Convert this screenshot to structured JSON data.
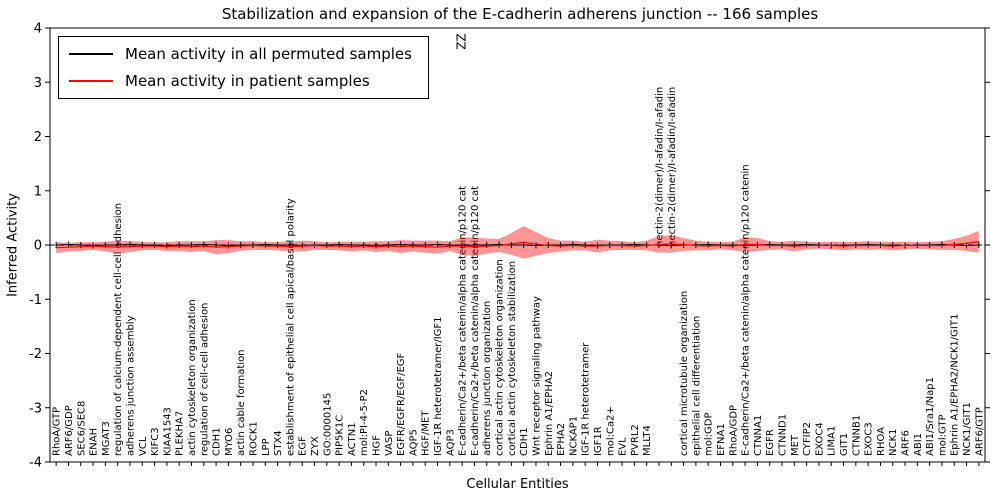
{
  "chart_data": {
    "type": "line",
    "title": "Stabilization and expansion of the E-cadherin adherens junction -- 166 samples",
    "xlabel": "Cellular Entities",
    "ylabel": "Inferred Activity",
    "ylim": [
      -4,
      4
    ],
    "yticks": [
      -4,
      -3,
      -2,
      -1,
      0,
      1,
      2,
      3,
      4
    ],
    "grid": false,
    "legend_position": "upper left",
    "legend": [
      "Mean activity in all permuted samples",
      "Mean activity in patient samples"
    ],
    "zero_line": {
      "style": "dashed",
      "color": "#000000",
      "y": 0
    },
    "categories": [
      "RhoA/GTP",
      "ARF6/GDP",
      "SEC6/SEC8",
      "ENAH",
      "MGAT3",
      "regulation of calcium-dependent cell-cell adhesion",
      "adherens junction assembly",
      "VCL",
      "KIFC3",
      "KIAA1543",
      "PLEKHA7",
      "actin cytoskeleton organization",
      "regulation of cell-cell adhesion",
      "CDH1",
      "MYO6",
      "actin cable formation",
      "ROCK1",
      "LPP",
      "STX4",
      "establishment of epithelial cell apical/basal polarity",
      "EGF",
      "ZYX",
      "GO:0000145",
      "PIP5K1C",
      "ACTN1",
      "mol:PI-4-5-P2",
      "HGF",
      "VASP",
      "EGFR/EGFR/EGF/EGF",
      "AQP5",
      "HGF/MET",
      "IGF-1R heterotetramer/IGF1",
      "AQP3",
      "E-cadherin/Ca2+/beta catenin/alpha catenin/p120 cat",
      "E-cadherin/Ca2+/beta catenin/alpha catenin/p120 cat",
      "adherens junction organization",
      "cortical actin cytoskeleton organization",
      "cortical actin cytoskeleton stabilization",
      "CDH1",
      "Wnt receptor signaling pathway",
      "Ephrin A1/EPHA2",
      "EPHA2",
      "NCKAP1",
      "IGF-1R heterotetramer",
      "IGF1R",
      "mol:Ca2+",
      "EVL",
      "PVRL2",
      "MLLT4",
      "nectin-2(dimer)/I-afadin/I-afadin",
      "nectin-2(dimer)/I-afadin/I-afadin",
      "cortical microtubule organization",
      "epithelial cell differentiation",
      "mol:GDP",
      "EFNA1",
      "RhoA/GDP",
      "E-cadherin/Ca2+/beta catenin/alpha catenin/p120 catenin",
      "CTNNA1",
      "EGFR",
      "CTNND1",
      "MET",
      "CYFIP2",
      "EXOC4",
      "LIMA1",
      "GIT1",
      "CTNNB1",
      "EXOC3",
      "RHOA",
      "NCK1",
      "ARF6",
      "ABI1",
      "ABI1/Sra1/Nap1",
      "mol:GTP",
      "Ephrin A1/EPHA2/NCK1/GIT1",
      "NCK1/GIT1",
      "ARF6/GTP"
    ],
    "above_label_indices": [
      49,
      50
    ],
    "annotations": [
      {
        "text": "ZZ",
        "x_index": 33,
        "y_value": 3.6
      }
    ],
    "series": [
      {
        "name": "Mean activity in all permuted samples",
        "color": "#000000",
        "marker": "vertical-tick",
        "values": [
          0,
          0.01,
          0,
          -0.01,
          0,
          0,
          0.01,
          0,
          0,
          -0.01,
          0,
          0,
          0.01,
          0,
          -0.01,
          0,
          0,
          0.01,
          0,
          0,
          -0.01,
          0,
          0,
          0.01,
          0,
          0,
          -0.01,
          0,
          0.01,
          0,
          0,
          0.01,
          0,
          -0.01,
          0,
          0,
          0.01,
          0,
          0,
          -0.01,
          0,
          0,
          0.01,
          0,
          -0.01,
          0,
          0,
          0.01,
          0,
          0,
          -0.01,
          0,
          0,
          0.01,
          0,
          0,
          -0.01,
          0,
          0.01,
          0,
          0,
          0.01,
          0,
          -0.01,
          0,
          0,
          0.01,
          0,
          0,
          -0.01,
          0,
          0,
          0.01,
          0,
          -0.01,
          0
        ]
      },
      {
        "name": "Mean activity in patient samples",
        "color": "#ff0000",
        "band_color": "#ff0000",
        "band_opacity": 0.42,
        "values": [
          -0.05,
          -0.04,
          -0.03,
          -0.02,
          -0.03,
          -0.04,
          -0.03,
          -0.02,
          -0.02,
          -0.03,
          -0.02,
          -0.03,
          -0.02,
          -0.04,
          -0.03,
          -0.02,
          -0.01,
          -0.02,
          -0.02,
          -0.03,
          -0.02,
          -0.01,
          -0.02,
          -0.02,
          -0.03,
          -0.02,
          -0.03,
          -0.02,
          -0.03,
          -0.02,
          -0.03,
          -0.04,
          -0.02,
          -0.02,
          -0.03,
          -0.02,
          -0.01,
          0.02,
          0.05,
          0.02,
          -0.01,
          -0.02,
          -0.01,
          -0.02,
          -0.02,
          -0.01,
          -0.01,
          -0.02,
          -0.01,
          0.01,
          0.02,
          0.01,
          -0.01,
          -0.02,
          -0.01,
          -0.02,
          0.01,
          0.01,
          -0.01,
          -0.01,
          -0.02,
          -0.01,
          -0.01,
          -0.01,
          -0.02,
          -0.01,
          -0.01,
          -0.01,
          -0.02,
          -0.01,
          -0.01,
          -0.01,
          -0.01,
          0.01,
          0.03,
          0.06
        ],
        "band_std": [
          0.1,
          0.08,
          0.08,
          0.07,
          0.09,
          0.12,
          0.1,
          0.08,
          0.07,
          0.08,
          0.09,
          0.1,
          0.09,
          0.13,
          0.12,
          0.09,
          0.08,
          0.07,
          0.08,
          0.09,
          0.1,
          0.08,
          0.07,
          0.08,
          0.09,
          0.08,
          0.1,
          0.09,
          0.12,
          0.1,
          0.11,
          0.12,
          0.09,
          0.16,
          0.17,
          0.14,
          0.12,
          0.2,
          0.3,
          0.22,
          0.14,
          0.1,
          0.09,
          0.08,
          0.12,
          0.09,
          0.08,
          0.07,
          0.09,
          0.15,
          0.16,
          0.12,
          0.09,
          0.08,
          0.07,
          0.08,
          0.14,
          0.12,
          0.08,
          0.07,
          0.1,
          0.07,
          0.06,
          0.07,
          0.08,
          0.07,
          0.08,
          0.07,
          0.08,
          0.07,
          0.06,
          0.07,
          0.08,
          0.1,
          0.14,
          0.2
        ]
      }
    ]
  }
}
